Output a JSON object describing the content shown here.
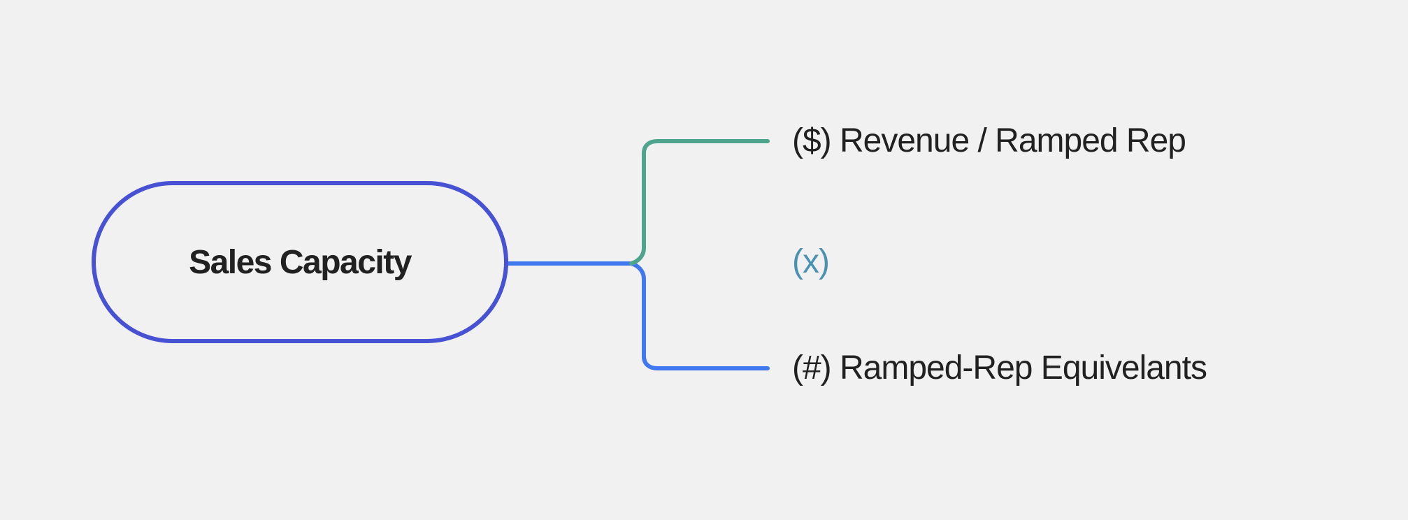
{
  "diagram": {
    "type": "mindmap",
    "root": {
      "label": "Sales Capacity"
    },
    "branches": [
      {
        "label": "($) Revenue / Ramped Rep"
      },
      {
        "label": "(x)"
      },
      {
        "label": "(#) Ramped-Rep Equivelants"
      }
    ]
  },
  "colors": {
    "background": "#F1F1F2",
    "root_border": "#4651D3",
    "connector_blue": "#4078F0",
    "connector_green": "#4EA48C",
    "operator_teal": "#4A91B2",
    "text_dark": "#212121"
  }
}
